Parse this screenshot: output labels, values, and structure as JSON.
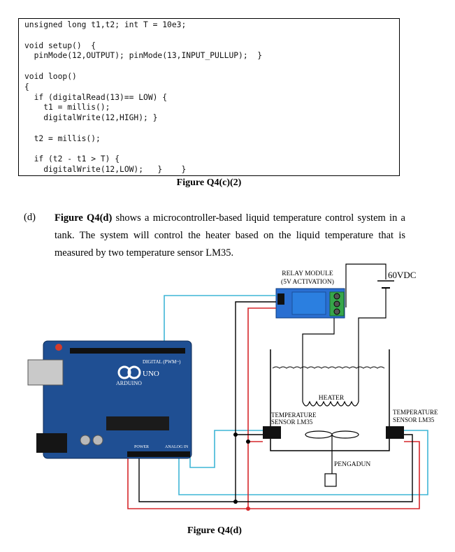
{
  "code_lines": [
    "unsigned long t1,t2; int T = 10e3;",
    "",
    "void setup()  {",
    "  pinMode(12,OUTPUT); pinMode(13,INPUT_PULLUP);  }",
    "",
    "void loop()",
    "{",
    "  if (digitalRead(13)== LOW) {",
    "    t1 = millis();",
    "    digitalWrite(12,HIGH); }",
    "",
    "  t2 = millis();",
    "",
    "  if (t2 - t1 > T) {",
    "    digitalWrite(12,LOW);   }    }"
  ],
  "caption_c": "Figure Q4(c)(2)",
  "question": {
    "label": "(d)",
    "bold_ref": "Figure Q4(d)",
    "text": " shows a microcontroller-based liquid temperature control system in a tank. The system will control the heater based on the liquid temperature that is measured by two temperature sensor LM35."
  },
  "diagram": {
    "relay_label_1": "RELAY MODULE",
    "relay_label_2": "(5V ACTIVATION)",
    "supply_label": "60VDC",
    "heater_label": "HEATER",
    "sensor_left_1": "TEMPERATURE",
    "sensor_left_2": "SENSOR LM35",
    "sensor_right_1": "TEMPERATURE",
    "sensor_right_2": "SENSOR LM35",
    "stirrer_label": "PENGADUN",
    "board_brand": "ARDUINO",
    "board_model": "UNO",
    "board_digital": "DIGITAL (PWM~)",
    "board_power": "POWER",
    "board_analog": "ANALOG IN"
  },
  "caption_d": "Figure Q4(d)",
  "colors": {
    "wire_cyan": "#3fb6d6",
    "wire_red": "#d6262a",
    "wire_black": "#000000",
    "board_blue": "#1f4f93",
    "relay_blue": "#1f6fd0",
    "terminal_green": "#2ea043"
  }
}
